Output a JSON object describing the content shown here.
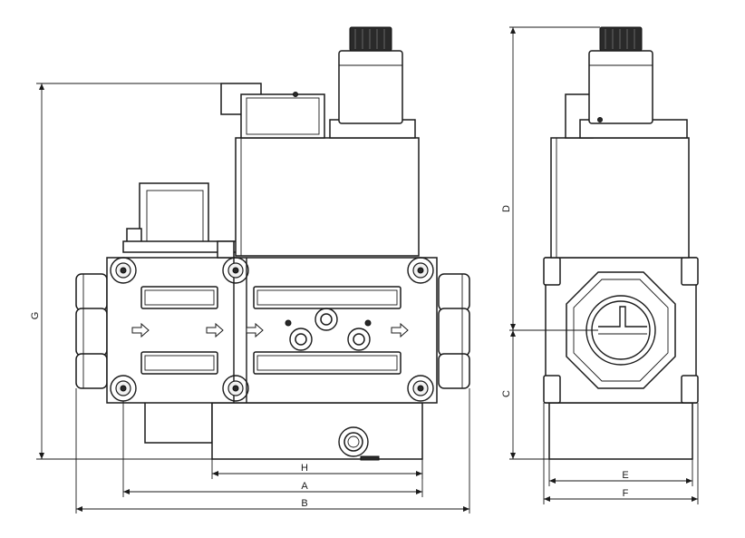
{
  "dimensions": {
    "H": "H",
    "A": "A",
    "B": "B",
    "G": "G",
    "D": "D",
    "C": "C",
    "E": "E",
    "F": "F"
  },
  "colors": {
    "line": "#1a1a1a",
    "background": "#ffffff",
    "connector": "#2a2a2a"
  }
}
